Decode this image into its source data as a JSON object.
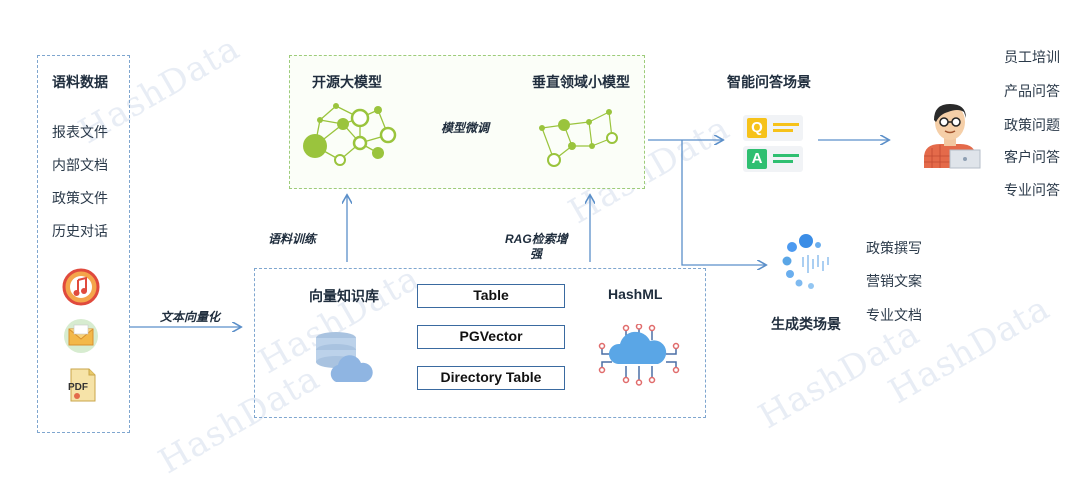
{
  "corpus": {
    "title": "语料数据",
    "items": [
      "报表文件",
      "内部文档",
      "政策文件",
      "历史对话"
    ]
  },
  "models": {
    "open_source": "开源大模型",
    "vertical": "垂直领域小模型",
    "finetune_label": "模型微调"
  },
  "arrows": {
    "vectorize": "文本向量化",
    "corpus_training": "语料训练",
    "rag_line1": "RAG检索增",
    "rag_line2": "强"
  },
  "knowledge": {
    "vector_kb": "向量知识库",
    "tables": [
      "Table",
      "PGVector",
      "Directory Table"
    ],
    "hashml": "HashML"
  },
  "qa": {
    "title": "智能问答场景",
    "q_glyph": "Q",
    "a_glyph": "A",
    "items": [
      "员工培训",
      "产品问答",
      "政策问题",
      "客户问答",
      "专业问答"
    ]
  },
  "generation": {
    "title": "生成类场景",
    "items": [
      "政策撰写",
      "营销文案",
      "专业文档"
    ]
  },
  "watermark": "HashData",
  "colors": {
    "arrow": "#5b8fc9",
    "node_green": "#9ac43d",
    "box_border": "#7fa6cf"
  }
}
